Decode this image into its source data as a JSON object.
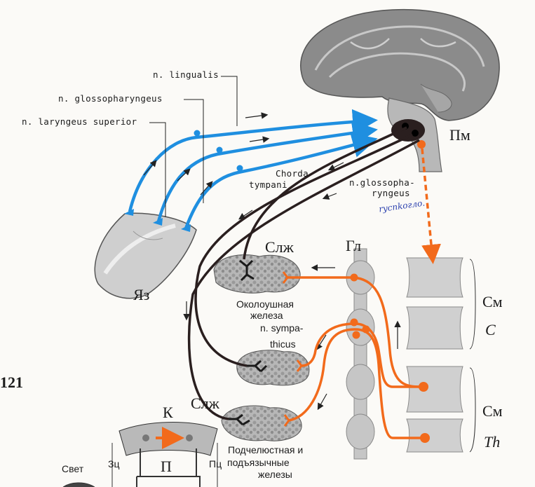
{
  "figure_number": "121",
  "labels": {
    "n_lingualis": "n. lingualis",
    "n_glossopharyngeus": "n. glossopharyngeus",
    "n_laryngeus_superior": "n. laryngeus superior",
    "chorda_line1": "Chorda",
    "chorda_line2": "tympani",
    "glosso_line1": "n.glossopha-",
    "glosso_line2": "ryngeus",
    "handwritten": "rycnkoгло.",
    "pm": "Пм",
    "slzh_top": "Слж",
    "gl": "Гл",
    "yaz": "Яз",
    "sm_top": "См",
    "c_seg": "C",
    "sm_bottom": "См",
    "th_seg": "Th",
    "parotid_line1": "Околоушная",
    "parotid_line2": "железа",
    "sympa_line1": "n. sympa-",
    "sympa_line2": "thicus",
    "slzh_bottom": "Слж",
    "submand_line1": "Подчелюстная и",
    "submand_line2": "подъязычные",
    "submand_line3": "железы",
    "k": "К",
    "svet": "Свет",
    "zc": "Зц",
    "p": "П",
    "pc": "Пц"
  },
  "colors": {
    "afferent": "#1f8fe0",
    "efferent": "#2a1f1f",
    "sympathetic": "#f26a1b",
    "gland": "#8a8a8a",
    "cord": "#c9c9c9"
  }
}
